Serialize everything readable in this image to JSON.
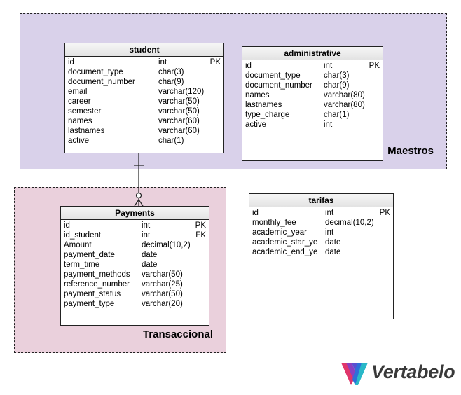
{
  "areas": {
    "maestros": {
      "label": "Maestros",
      "color": "#d9d1ea"
    },
    "transaccional": {
      "label": "Transaccional",
      "color": "#ead0dc"
    }
  },
  "tables": {
    "student": {
      "title": "student",
      "columns": [
        {
          "name": "id",
          "type": "int",
          "key": "PK"
        },
        {
          "name": "document_type",
          "type": "char(3)",
          "key": ""
        },
        {
          "name": "document_number",
          "type": "char(9)",
          "key": ""
        },
        {
          "name": "email",
          "type": "varchar(120)",
          "key": ""
        },
        {
          "name": "career",
          "type": "varchar(50)",
          "key": ""
        },
        {
          "name": "semester",
          "type": "varchar(50)",
          "key": ""
        },
        {
          "name": "names",
          "type": "varchar(60)",
          "key": ""
        },
        {
          "name": "lastnames",
          "type": "varchar(60)",
          "key": ""
        },
        {
          "name": "active",
          "type": "char(1)",
          "key": ""
        }
      ]
    },
    "administrative": {
      "title": "administrative",
      "columns": [
        {
          "name": "id",
          "type": "int",
          "key": "PK"
        },
        {
          "name": "document_type",
          "type": "char(3)",
          "key": ""
        },
        {
          "name": "document_number",
          "type": "char(9)",
          "key": ""
        },
        {
          "name": "names",
          "type": "varchar(80)",
          "key": ""
        },
        {
          "name": "lastnames",
          "type": "varchar(80)",
          "key": ""
        },
        {
          "name": "type_charge",
          "type": "char(1)",
          "key": ""
        },
        {
          "name": "active",
          "type": "int",
          "key": ""
        }
      ]
    },
    "payments": {
      "title": "Payments",
      "columns": [
        {
          "name": "id",
          "type": "int",
          "key": "PK"
        },
        {
          "name": "id_student",
          "type": "int",
          "key": "FK"
        },
        {
          "name": "Amount",
          "type": "decimal(10,2)",
          "key": ""
        },
        {
          "name": "payment_date",
          "type": "date",
          "key": ""
        },
        {
          "name": "term_time",
          "type": "date",
          "key": ""
        },
        {
          "name": "payment_methods",
          "type": "varchar(50)",
          "key": ""
        },
        {
          "name": "reference_number",
          "type": "varchar(25)",
          "key": ""
        },
        {
          "name": "payment_status",
          "type": "varchar(50)",
          "key": ""
        },
        {
          "name": "payment_type",
          "type": "varchar(20)",
          "key": ""
        }
      ]
    },
    "tarifas": {
      "title": "tarifas",
      "columns": [
        {
          "name": "id",
          "type": "int",
          "key": "PK"
        },
        {
          "name": "monthly_fee",
          "type": "decimal(10,2)",
          "key": ""
        },
        {
          "name": "academic_year",
          "type": "int",
          "key": ""
        },
        {
          "name": "academic_star_ye",
          "type": "date",
          "key": ""
        },
        {
          "name": "academic_end_ye",
          "type": "date",
          "key": ""
        }
      ]
    }
  },
  "relationship": {
    "from": "student",
    "to": "Payments",
    "from_end": "one",
    "to_end": "zero-or-many"
  },
  "logo": {
    "text": "Vertabelo",
    "colors": [
      "#e0356b",
      "#8a3fc0",
      "#2e6fd8",
      "#29b8c8"
    ]
  }
}
